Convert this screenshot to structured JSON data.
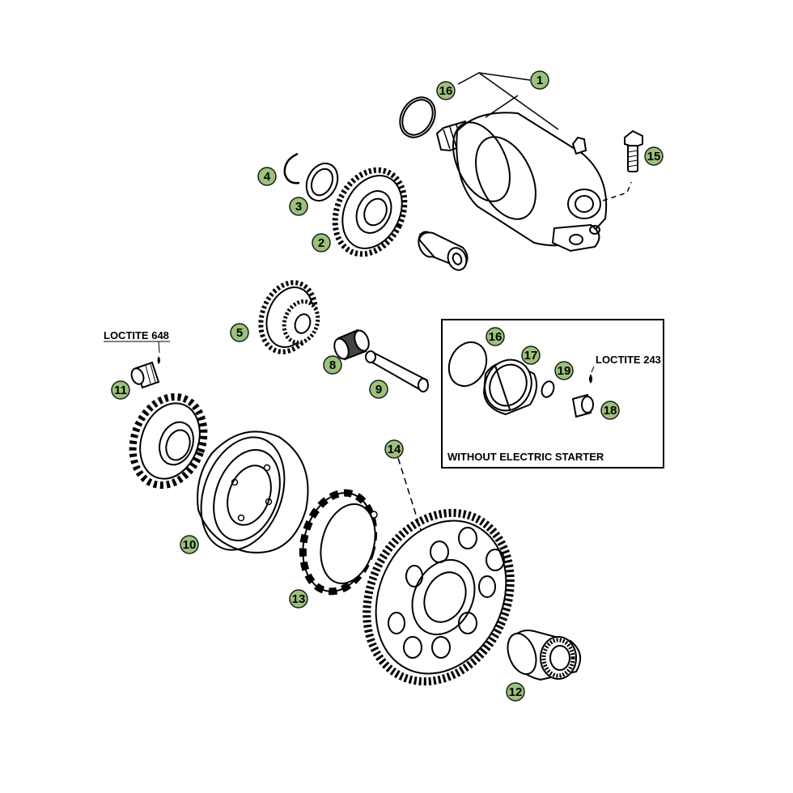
{
  "diagram": {
    "callouts": [
      {
        "id": "c1",
        "text": "1"
      },
      {
        "id": "c2",
        "text": "2"
      },
      {
        "id": "c3",
        "text": "3"
      },
      {
        "id": "c4",
        "text": "4"
      },
      {
        "id": "c5",
        "text": "5"
      },
      {
        "id": "c8",
        "text": "8"
      },
      {
        "id": "c9",
        "text": "9"
      },
      {
        "id": "c10",
        "text": "10"
      },
      {
        "id": "c11",
        "text": "11"
      },
      {
        "id": "c12",
        "text": "12"
      },
      {
        "id": "c13",
        "text": "13"
      },
      {
        "id": "c14",
        "text": "14"
      },
      {
        "id": "c15",
        "text": "15"
      },
      {
        "id": "c16a",
        "text": "16"
      },
      {
        "id": "c16b",
        "text": "16"
      },
      {
        "id": "c17",
        "text": "17"
      },
      {
        "id": "c18",
        "text": "18"
      },
      {
        "id": "c19",
        "text": "19"
      }
    ],
    "labels": {
      "loctite_648": "LOCTITE 648",
      "loctite_243": "LOCTITE 243",
      "without_starter": "WITHOUT ELECTRIC STARTER"
    },
    "colors": {
      "callout_fill": "#9bc27a",
      "callout_stroke": "#1a1a1a",
      "line": "#000000",
      "background": "#ffffff"
    }
  }
}
